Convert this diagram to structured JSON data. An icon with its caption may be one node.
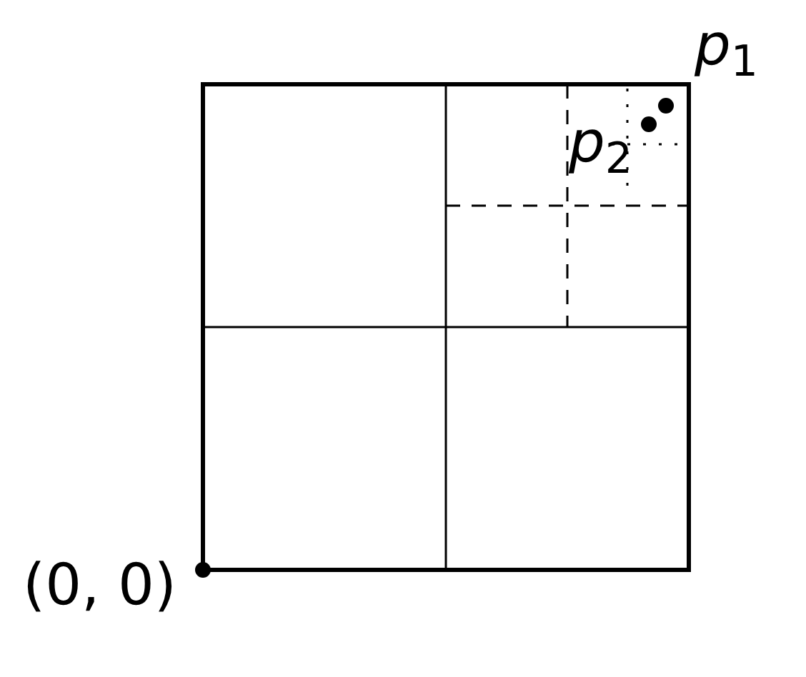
{
  "diagram": {
    "labels": [
      "*p*$_{1}$",
      "*p*$_{2}$",
      "(0, 0)"
    ]
  }
}
